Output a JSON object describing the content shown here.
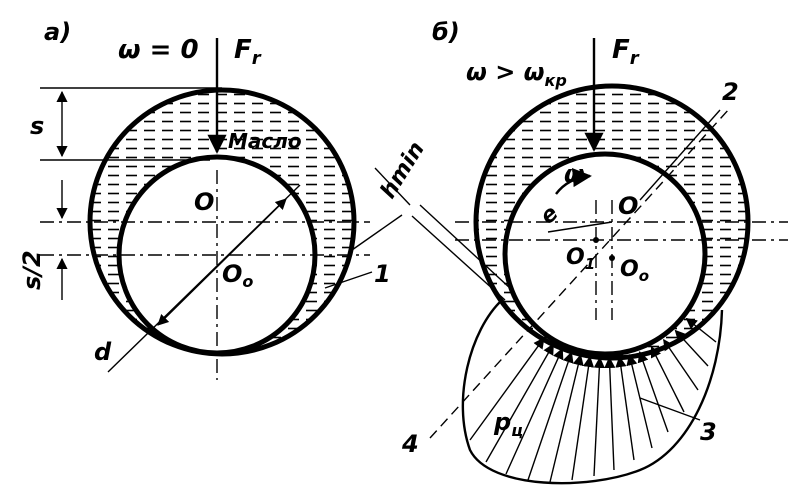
{
  "panel_a": {
    "caption": "a)",
    "speed": "ω = 0",
    "force": "F",
    "force_sub": "r",
    "oil": "Масло",
    "gap": "s",
    "half_gap": "s/2",
    "center": "O",
    "center0": "O",
    "center0_sub": "o",
    "diameter": "d",
    "callout_1": "1",
    "h_min": "hmin"
  },
  "panel_b": {
    "caption": "б)",
    "speed": "ω > ω",
    "speed_sub": "кр",
    "force": "F",
    "force_sub": "r",
    "omega": "ω",
    "ecc": "e",
    "center": "O",
    "center1": "O",
    "center1_sub": "1",
    "center0": "O",
    "center0_sub": "o",
    "pressure": "p",
    "pressure_sub": "ц",
    "callout_2": "2",
    "callout_3": "3",
    "callout_4": "4"
  }
}
